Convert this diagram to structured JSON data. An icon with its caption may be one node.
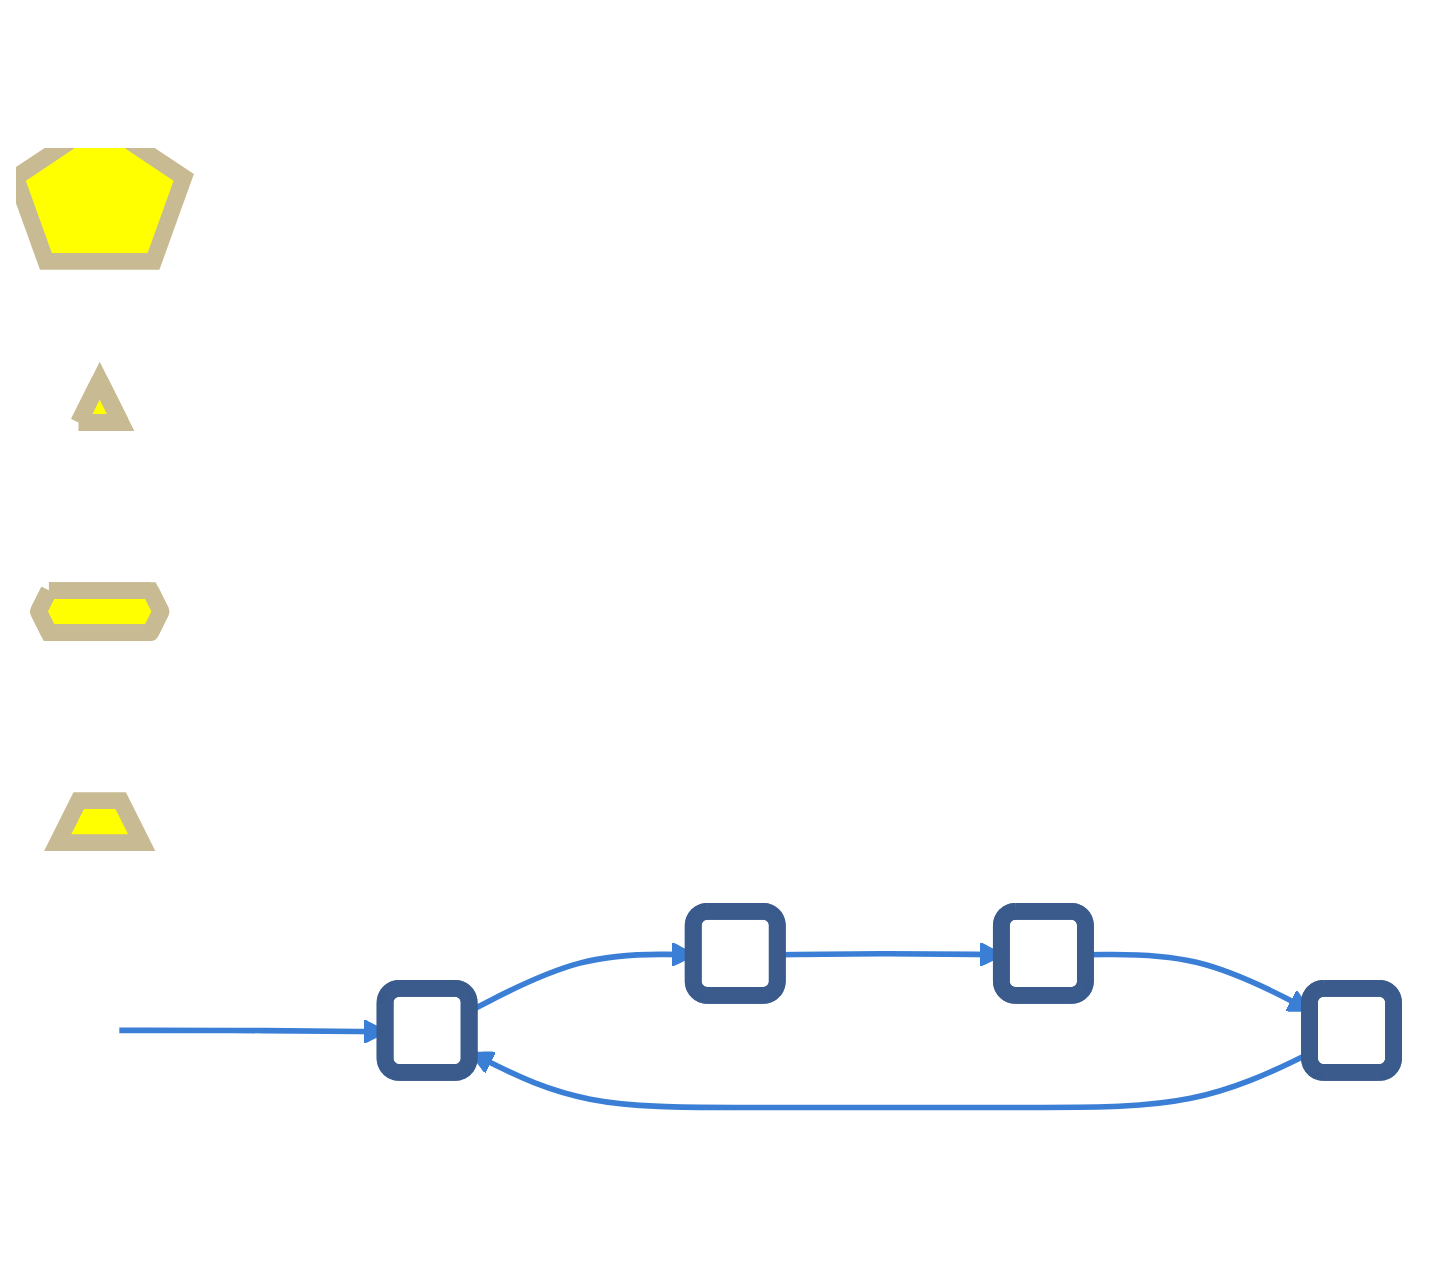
{
  "diagram": {
    "nodes": [
      {
        "text": [],
        "shape": "pentagon"
      },
      {
        "text": [],
        "shape": "box"
      },
      {
        "text": [],
        "shape": "box"
      },
      {
        "text": [],
        "shape": "triangle"
      },
      {
        "text": [],
        "shape": "hexagon"
      },
      {
        "text": [],
        "shape": "box"
      },
      {
        "text": [],
        "shape": "box"
      },
      {
        "text": [],
        "shape": "trapezoid"
      }
    ],
    "edges": [
      {
        "from": null,
        "to": 1,
        "arrow": "to"
      },
      {
        "from": 1,
        "to": 2,
        "arrow": "to"
      },
      {
        "from": 2,
        "to": 6,
        "arrow": "to"
      },
      {
        "from": 6,
        "to": 5,
        "arrow": "to"
      },
      {
        "from": 5,
        "to": 1,
        "arrow": "to"
      }
    ]
  }
}
